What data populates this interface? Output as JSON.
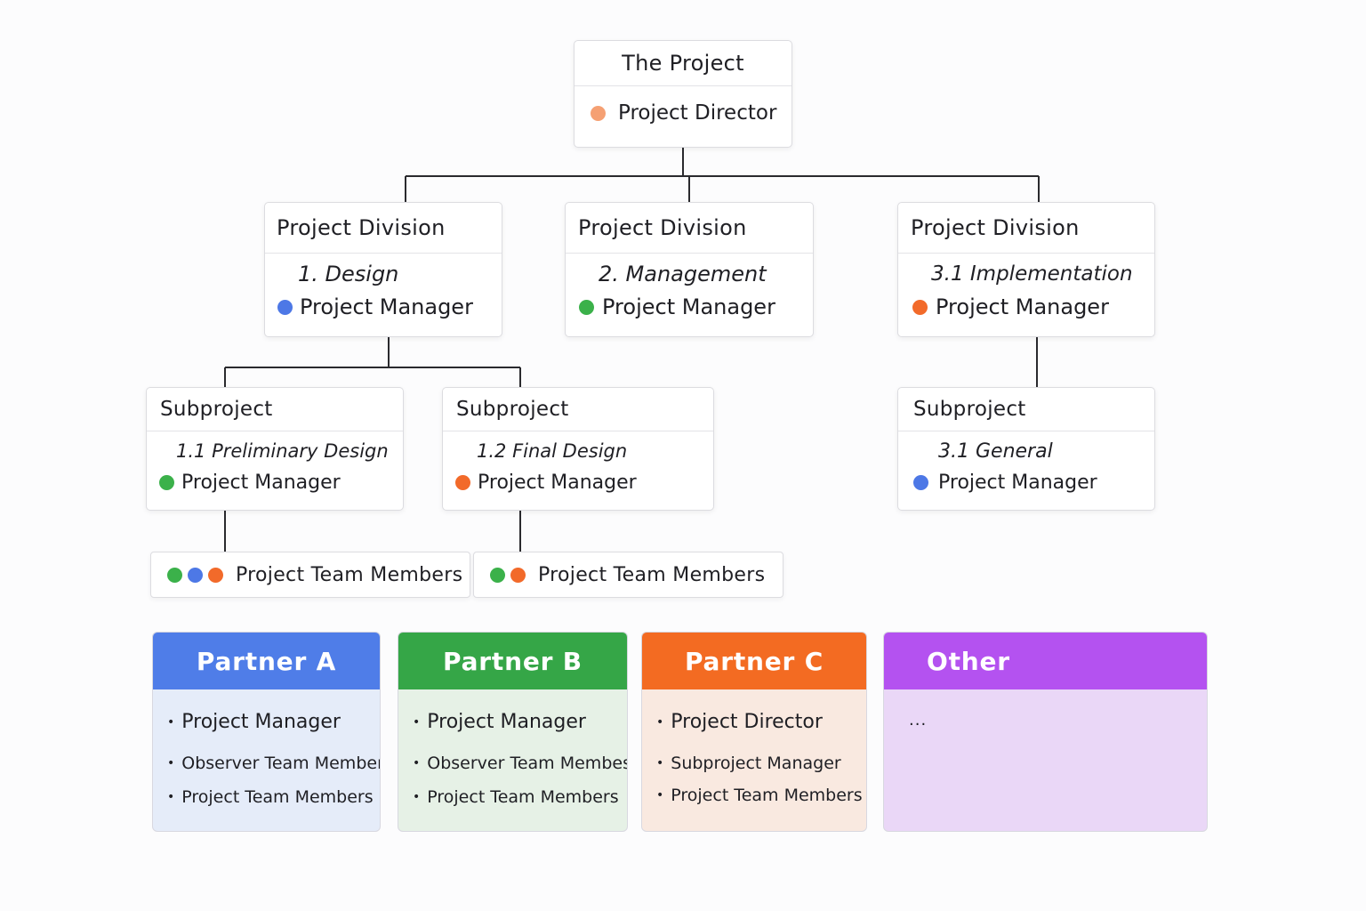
{
  "colors": {
    "green": "#3bb14a",
    "blue": "#4d78e6",
    "orange": "#f26a2a",
    "peach": "#f5a073",
    "partner_a": "#4f7de8",
    "partner_b": "#35a647",
    "partner_c": "#f36b22",
    "other": "#b452f0"
  },
  "root": {
    "title": "The Project",
    "role": "Project Director",
    "dot": "peach"
  },
  "divisions": [
    {
      "title": "Project Division",
      "subtitle": "1. Design",
      "role": "Project Manager",
      "dot": "blue"
    },
    {
      "title": "Project Division",
      "subtitle": "2. Management",
      "role": "Project Manager",
      "dot": "green"
    },
    {
      "title": "Project Division",
      "subtitle": "3.1 Implementation",
      "role": "Project Manager",
      "dot": "orange"
    }
  ],
  "subprojects": [
    {
      "title": "Subproject",
      "subtitle": "1.1 Preliminary Design",
      "role": "Project Manager",
      "dot": "green"
    },
    {
      "title": "Subproject",
      "subtitle": "1.2 Final Design",
      "role": "Project Manager",
      "dot": "orange"
    },
    {
      "title": "Subproject",
      "subtitle": "3.1 General",
      "role": "Project Manager",
      "dot": "blue"
    }
  ],
  "teams": [
    {
      "label": "Project Team Members",
      "dots": [
        "green",
        "blue",
        "orange"
      ]
    },
    {
      "label": "Project Team Members",
      "dots": [
        "green",
        "orange"
      ]
    }
  ],
  "partners": [
    {
      "name": "Partner A",
      "color": "partner_a",
      "items": [
        "Project Manager",
        "Observer Team Members",
        "Project Team Members"
      ]
    },
    {
      "name": "Partner B",
      "color": "partner_b",
      "items": [
        "Project Manager",
        "Observer Team Membes",
        "Project Team Members"
      ]
    },
    {
      "name": "Partner C",
      "color": "partner_c",
      "items": [
        "Project Director",
        "Subproject Manager",
        "Project Team Members"
      ]
    },
    {
      "name": "Other",
      "color": "other",
      "ellipsis": "..."
    }
  ]
}
